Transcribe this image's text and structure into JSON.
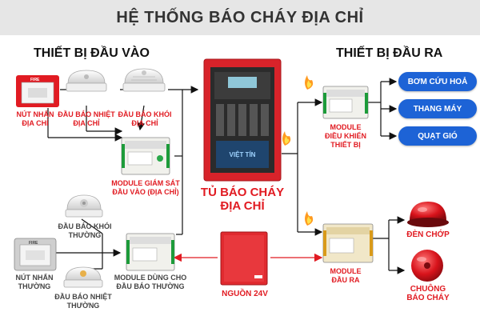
{
  "title": "HỆ THỐNG BÁO CHÁY ĐỊA CHỈ",
  "input_header": "THIẾT BỊ ĐẦU VÀO",
  "output_header": "THIẾT BỊ ĐẦU RA",
  "inputs": {
    "manual_call_point_addr": "NÚT NHẤN\nĐỊA CHỈ",
    "heat_detector_addr": "ĐẦU BÁO NHIỆT\nĐỊA CHỈ",
    "smoke_detector_addr": "ĐẦU BÁO KHÓI\nĐỊA CHỈ",
    "monitor_module": "MODULE GIÁM SÁT\nĐẦU VÀO (ĐỊA CHỈ)",
    "smoke_detector_conv": "ĐẦU BÁO KHÓI\nTHƯỜNG",
    "manual_call_point_conv": "NÚT NHẤN\nTHƯỜNG",
    "heat_detector_conv": "ĐẦU BÁO NHIỆT\nTHƯỜNG",
    "conv_zone_module": "MODULE DÙNG CHO\nĐẦU BÁO THƯỜNG"
  },
  "panel": {
    "label": "TỦ BÁO CHÁY\nĐỊA CHỈ",
    "watermark": "VIỆT TÍN"
  },
  "power_supply": "NGUỒN 24V",
  "outputs": {
    "control_module": "MODULE\nĐIỀU KHIỂN\nTHIẾT BỊ",
    "output_module": "MODULE\nĐẦU RA",
    "targets": [
      "BƠM CỨU HOẢ",
      "THANG MÁY",
      "QUẠT GIÓ"
    ],
    "strobe": "ĐÈN CHỚP",
    "bell": "CHUÔNG\nBÁO CHÁY"
  },
  "colors": {
    "accent_red": "#e11b22",
    "pill_blue": "#1d63d6",
    "panel_red": "#d8232a",
    "line": "#111111"
  }
}
